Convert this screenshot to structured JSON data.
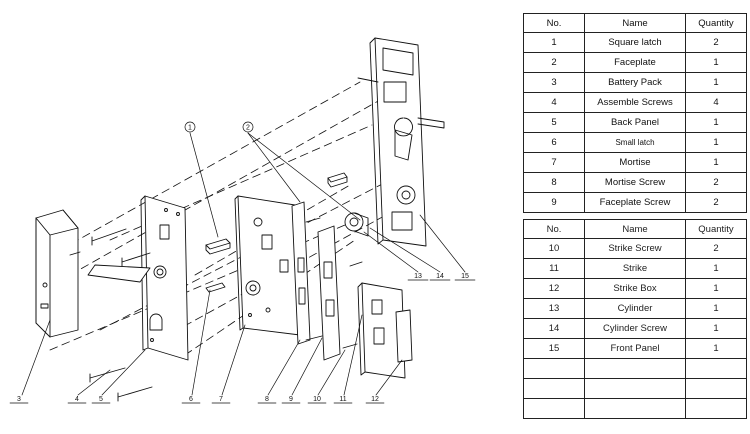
{
  "table1": {
    "headers": [
      "No.",
      "Name",
      "Quantity"
    ],
    "rows": [
      [
        "1",
        "Square latch",
        "2"
      ],
      [
        "2",
        "Faceplate",
        "1"
      ],
      [
        "3",
        "Battery Pack",
        "1"
      ],
      [
        "4",
        "Assemble Screws",
        "4"
      ],
      [
        "5",
        "Back Panel",
        "1"
      ],
      [
        "6",
        "Small latch",
        "1"
      ],
      [
        "7",
        "Mortise",
        "1"
      ],
      [
        "8",
        "Mortise Screw",
        "2"
      ],
      [
        "9",
        "Faceplate Screw",
        "2"
      ]
    ]
  },
  "table2": {
    "headers": [
      "No.",
      "Name",
      "Quantity"
    ],
    "rows": [
      [
        "10",
        "Strike Screw",
        "2"
      ],
      [
        "11",
        "Strike",
        "1"
      ],
      [
        "12",
        "Strike Box",
        "1"
      ],
      [
        "13",
        "Cylinder",
        "1"
      ],
      [
        "14",
        "Cylinder Screw",
        "1"
      ],
      [
        "15",
        "Front Panel",
        "1"
      ],
      [
        "",
        "",
        ""
      ],
      [
        "",
        "",
        ""
      ],
      [
        "",
        "",
        ""
      ]
    ]
  },
  "callouts": [
    "1",
    "2",
    "3",
    "4",
    "5",
    "6",
    "7",
    "8",
    "9",
    "10",
    "11",
    "12",
    "13",
    "14",
    "15"
  ]
}
